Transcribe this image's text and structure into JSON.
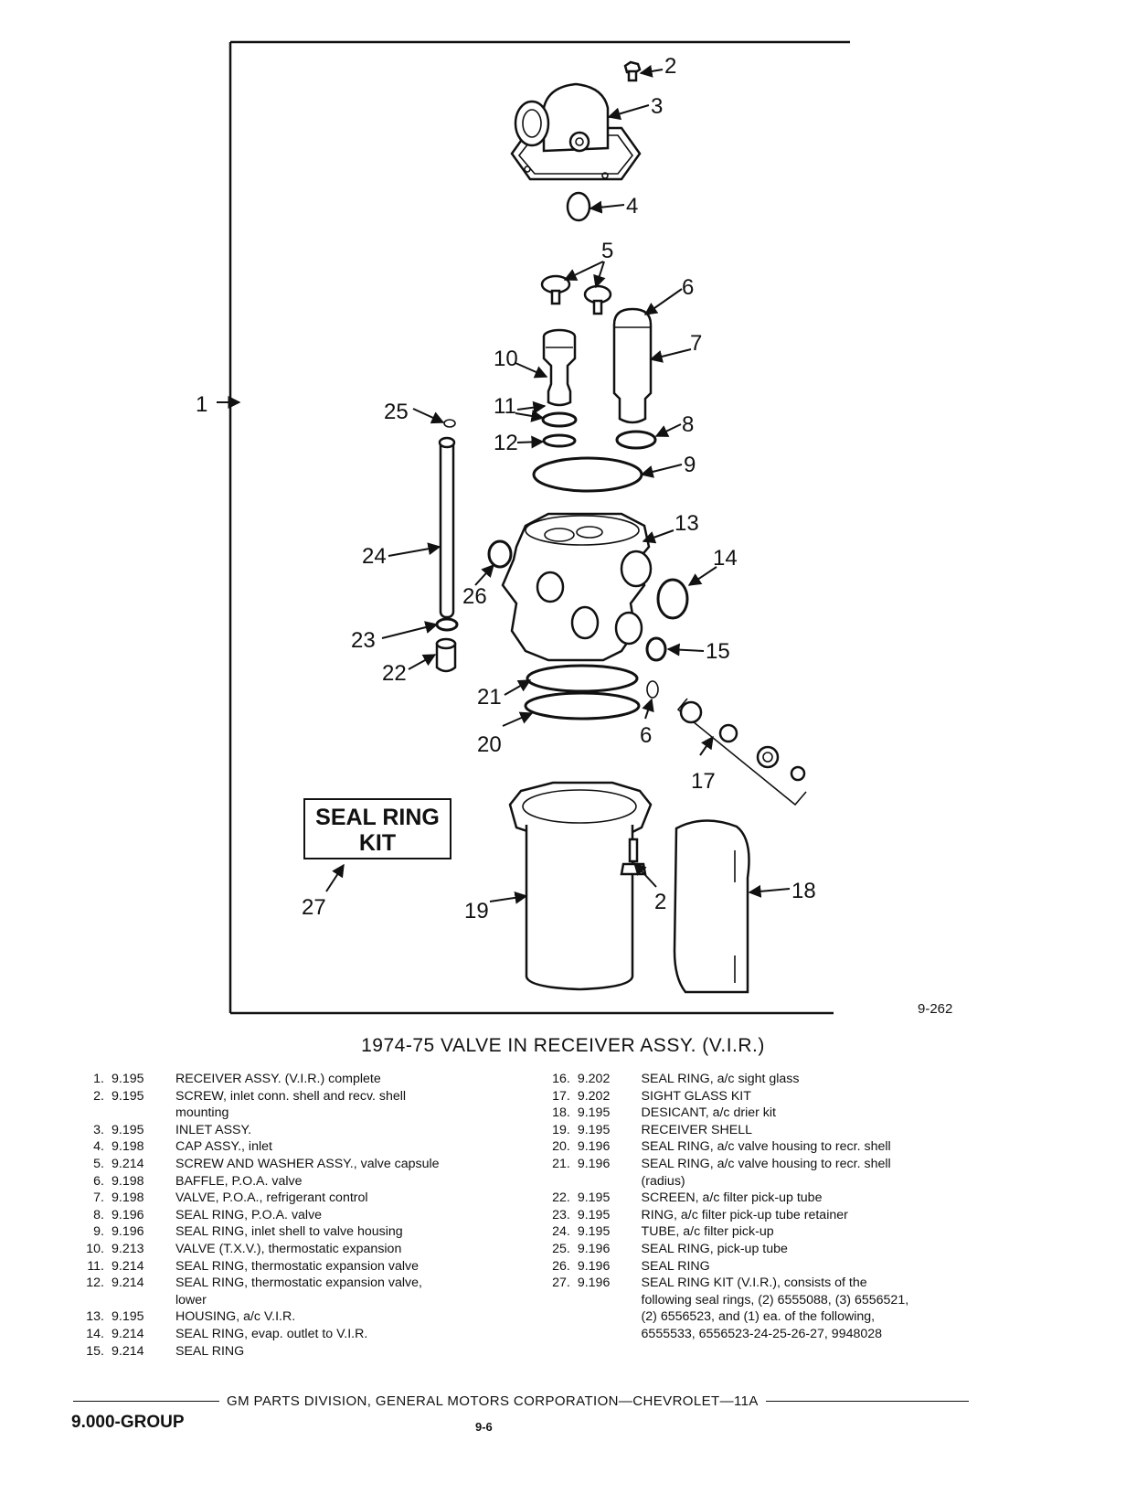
{
  "figure": {
    "callouts": {
      "n1": "1",
      "n2a": "2",
      "n2b": "2",
      "n3": "3",
      "n4": "4",
      "n5": "5",
      "n6a": "6",
      "n6b": "6",
      "n7": "7",
      "n8": "8",
      "n9": "9",
      "n10": "10",
      "n11": "11",
      "n12": "12",
      "n13": "13",
      "n14": "14",
      "n15": "15",
      "n17": "17",
      "n18": "18",
      "n19": "19",
      "n20": "20",
      "n21": "21",
      "n22": "22",
      "n23": "23",
      "n24": "24",
      "n25": "25",
      "n26": "26",
      "n27": "27"
    },
    "seal_kit_box": {
      "line1": "SEAL  RING",
      "line2": "KIT"
    },
    "figure_number": "9-262"
  },
  "title": "1974-75 VALVE IN RECEIVER ASSY. (V.I.R.)",
  "parts_left": [
    {
      "num": "1.",
      "group": "9.195",
      "desc": "RECEIVER ASSY. (V.I.R.) complete"
    },
    {
      "num": "2.",
      "group": "9.195",
      "desc": "SCREW, inlet conn. shell and recv. shell\nmounting"
    },
    {
      "num": "3.",
      "group": "9.195",
      "desc": "INLET ASSY."
    },
    {
      "num": "4.",
      "group": "9.198",
      "desc": "CAP ASSY., inlet"
    },
    {
      "num": "5.",
      "group": "9.214",
      "desc": "SCREW AND WASHER ASSY., valve capsule"
    },
    {
      "num": "6.",
      "group": "9.198",
      "desc": "BAFFLE, P.O.A. valve"
    },
    {
      "num": "7.",
      "group": "9.198",
      "desc": "VALVE, P.O.A., refrigerant control"
    },
    {
      "num": "8.",
      "group": "9.196",
      "desc": "SEAL RING, P.O.A. valve"
    },
    {
      "num": "9.",
      "group": "9.196",
      "desc": "SEAL RING, inlet shell to valve housing"
    },
    {
      "num": "10.",
      "group": "9.213",
      "desc": "VALVE (T.X.V.), thermostatic expansion"
    },
    {
      "num": "11.",
      "group": "9.214",
      "desc": "SEAL RING, thermostatic expansion valve"
    },
    {
      "num": "12.",
      "group": "9.214",
      "desc": "SEAL RING, thermostatic expansion valve,\nlower"
    },
    {
      "num": "13.",
      "group": "9.195",
      "desc": "HOUSING, a/c V.I.R."
    },
    {
      "num": "14.",
      "group": "9.214",
      "desc": "SEAL RING, evap. outlet to V.I.R."
    },
    {
      "num": "15.",
      "group": "9.214",
      "desc": "SEAL RING"
    }
  ],
  "parts_right": [
    {
      "num": "16.",
      "group": "9.202",
      "desc": "SEAL RING, a/c sight glass"
    },
    {
      "num": "17.",
      "group": "9.202",
      "desc": "SIGHT GLASS KIT"
    },
    {
      "num": "18.",
      "group": "9.195",
      "desc": "DESICANT, a/c drier kit"
    },
    {
      "num": "19.",
      "group": "9.195",
      "desc": "RECEIVER SHELL"
    },
    {
      "num": "20.",
      "group": "9.196",
      "desc": "SEAL RING, a/c valve housing to recr. shell"
    },
    {
      "num": "21.",
      "group": "9.196",
      "desc": "SEAL RING, a/c valve housing to recr. shell\n(radius)"
    },
    {
      "num": "22.",
      "group": "9.195",
      "desc": "SCREEN, a/c filter pick-up tube"
    },
    {
      "num": "23.",
      "group": "9.195",
      "desc": "RING, a/c filter pick-up tube retainer"
    },
    {
      "num": "24.",
      "group": "9.195",
      "desc": "TUBE, a/c filter pick-up"
    },
    {
      "num": "25.",
      "group": "9.196",
      "desc": "SEAL RING, pick-up tube"
    },
    {
      "num": "26.",
      "group": "9.196",
      "desc": "SEAL RING"
    },
    {
      "num": "27.",
      "group": "9.196",
      "desc": "SEAL RING KIT (V.I.R.), consists of the\nfollowing seal rings, (2) 6555088, (3) 6556521,\n(2) 6556523, and (1) ea. of the following,\n6555533, 6556523-24-25-26-27, 9948028"
    }
  ],
  "footer": {
    "text": "GM PARTS DIVISION, GENERAL MOTORS CORPORATION—CHEVROLET—11A",
    "group": "9.000-GROUP",
    "page": "9-6"
  }
}
